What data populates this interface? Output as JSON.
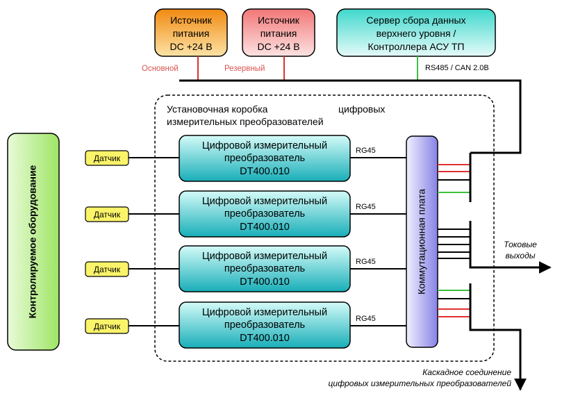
{
  "power_supplies": [
    {
      "lines": [
        "Источник",
        "питания",
        "DC +24 В"
      ],
      "label": "Основной",
      "color": "#f7a12a"
    },
    {
      "lines": [
        "Источник",
        "питания",
        "DC +24 В"
      ],
      "label": "Резервный",
      "color": "#f58f8f"
    }
  ],
  "server": {
    "lines": [
      "Сервер сбора данных",
      "верхнего уровня /",
      "Контроллера АСУ ТП"
    ],
    "bus_label": "RS485 / CAN 2.0B",
    "color": "#5fe0d4"
  },
  "enclosure": {
    "title_line1a": "Установочная коробка",
    "title_line1b": "цифровых",
    "title_line2": "измерительных преобразователей"
  },
  "equipment_label": "Контролируемое оборудование",
  "sensor_label": "Датчик",
  "converters": [
    {
      "lines": [
        "Цифровой измерительный",
        "преобразователь",
        "DT400.010"
      ],
      "port": "RG45"
    },
    {
      "lines": [
        "Цифровой измерительный",
        "преобразователь",
        "DT400.010"
      ],
      "port": "RG45"
    },
    {
      "lines": [
        "Цифровой измерительный",
        "преобразователь",
        "DT400.010"
      ],
      "port": "RG45"
    },
    {
      "lines": [
        "Цифровой измерительный",
        "преобразователь",
        "DT400.010"
      ],
      "port": "RG45"
    }
  ],
  "switch_board_label": "Коммутационная плата",
  "current_outputs": [
    "Токовые",
    "выходы"
  ],
  "cascade": [
    "Каскадное соединение",
    "цифровых измерительных преобразователей"
  ],
  "colors": {
    "equipment": "#b9f08a",
    "sensor": "#fbf46a",
    "converter_top": "#c6f7f4",
    "converter_bottom": "#1fb4bd",
    "board_top": "#e4e2ff",
    "board_bottom": "#8a86e8",
    "red_wire": "#e03030",
    "green_wire": "#3cc03c"
  }
}
